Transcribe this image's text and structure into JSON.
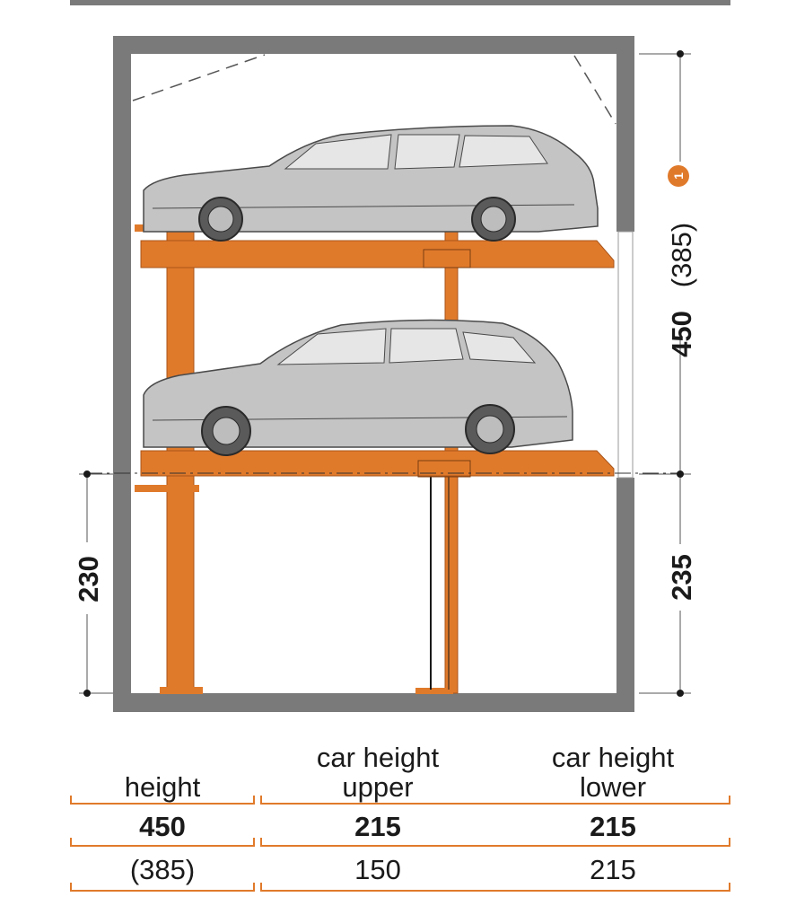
{
  "diagram": {
    "dim_total_height": "450",
    "dim_total_height_alt": "(385)",
    "dim_pit_depth": "235",
    "dim_lower_clearance": "230",
    "note_badge": "1",
    "colors": {
      "platform": "#e07a2b",
      "wall": "#7a7a7a",
      "car": "#c4c4c4",
      "car_outline": "#4a4a4a",
      "note_badge": "#e07a2b"
    }
  },
  "table": {
    "headers": [
      [
        "height"
      ],
      [
        "car height",
        "upper"
      ],
      [
        "car height",
        "lower"
      ]
    ],
    "rows": [
      [
        "450",
        "215",
        "215"
      ],
      [
        "(385)",
        "150",
        "215"
      ]
    ]
  }
}
